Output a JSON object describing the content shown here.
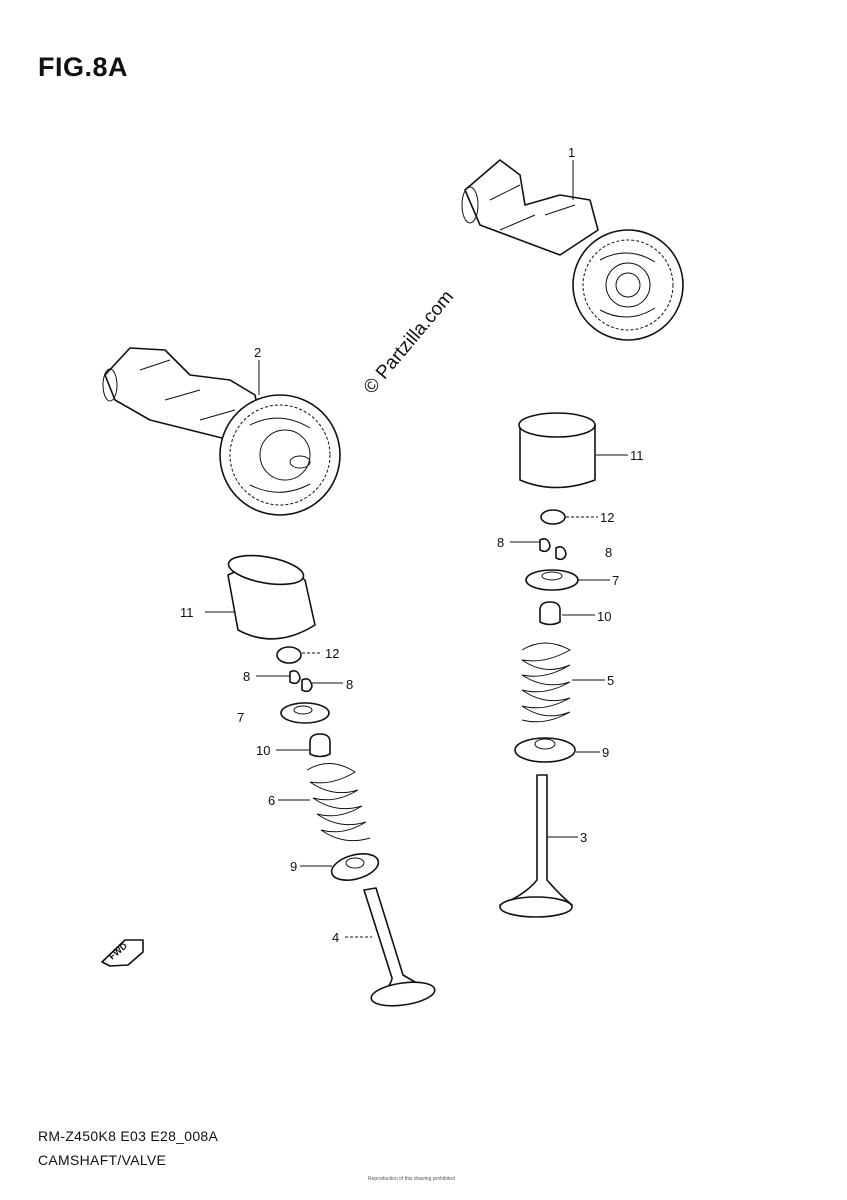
{
  "figure": {
    "title": "FIG.8A",
    "watermark": "© Partzilla.com",
    "direction_label": "FWD",
    "footer_code": "RM-Z450K8 E03 E28_008A",
    "footer_name": "CAMSHAFT/VALVE",
    "copyright": "Reproduction of this drawing prohibited"
  },
  "callouts": {
    "c1": "1",
    "c2": "2",
    "c3": "3",
    "c4": "4",
    "c5": "5",
    "c6": "6",
    "c7r": "7",
    "c7l": "7",
    "c8r1": "8",
    "c8r2": "8",
    "c8l1": "8",
    "c8l2": "8",
    "c9r": "9",
    "c9l": "9",
    "c10r": "10",
    "c10l": "10",
    "c11r": "11",
    "c11l": "11",
    "c12r": "12",
    "c12l": "12"
  }
}
